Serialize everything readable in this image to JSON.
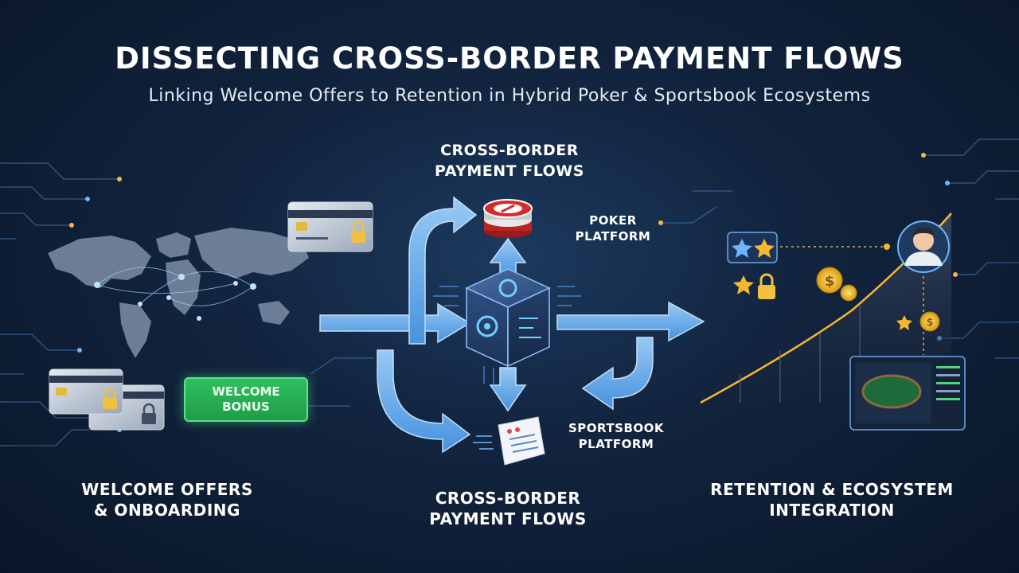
{
  "title": "DISSECTING CROSS-BORDER PAYMENT FLOWS",
  "subtitle": "Linking Welcome Offers to Retention in Hybrid Poker & Sportsbook Ecosystems",
  "hub": {
    "top_label": "CROSS-BORDER\nPAYMENT FLOWS",
    "bottom_label": "CROSS-BORDER\nPAYMENT FLOWS",
    "poker_label": "POKER\nPLATFORM",
    "sportsbook_label": "SPORTSBOOK\nPLATFORM"
  },
  "left_panel": {
    "bonus_label": "WELCOME\nBONUS",
    "heading": "WELCOME OFFERS\n& ONBOARDING"
  },
  "right_panel": {
    "heading": "RETENTION & ECOSYSTEM\nINTEGRATION"
  },
  "colors": {
    "background": "#0f1f38",
    "arrow": "#6fb6ff",
    "accent_green": "#2fbf5e",
    "accent_gold": "#f5b82e",
    "chip_red": "#d62b2b"
  },
  "icons": [
    "world-map-icon",
    "credit-card-icon",
    "lock-icon",
    "poker-chip-icon",
    "gear-cube-icon",
    "receipt-icon",
    "star-icon",
    "coin-icon",
    "user-avatar-icon",
    "poker-table-screen-icon"
  ]
}
